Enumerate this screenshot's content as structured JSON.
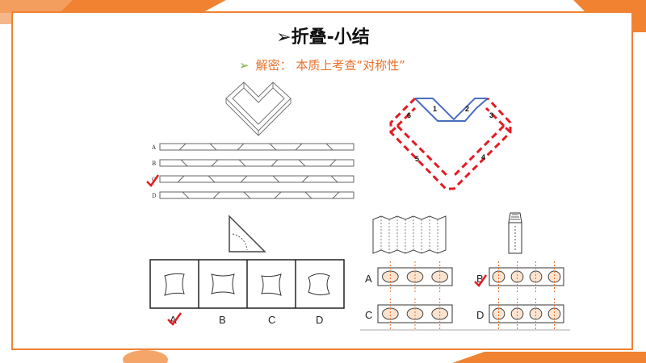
{
  "slide": {
    "title": "➢折叠-小结",
    "subtitle_arrow": "➢",
    "subtitle": "解密： 本质上考查“对称性”"
  },
  "colors": {
    "accent": "#f08232",
    "subtitle": "#e8702a",
    "bullet": "#7bb043",
    "check": "#e31b23",
    "fold_red": "#e31b23",
    "fold_blue": "#4a6fbf"
  },
  "strip_puzzle": {
    "options": [
      "A",
      "B",
      "C",
      "D"
    ],
    "correct": "C"
  },
  "heart_fold": {
    "segments": [
      "1",
      "2",
      "3",
      "4",
      "5",
      "6"
    ]
  },
  "triangle_puzzle": {
    "options": [
      "A",
      "B",
      "C",
      "D"
    ],
    "correct": "A"
  },
  "accordion_puzzle": {
    "options": [
      "A",
      "B",
      "C",
      "D"
    ],
    "correct": "B"
  }
}
